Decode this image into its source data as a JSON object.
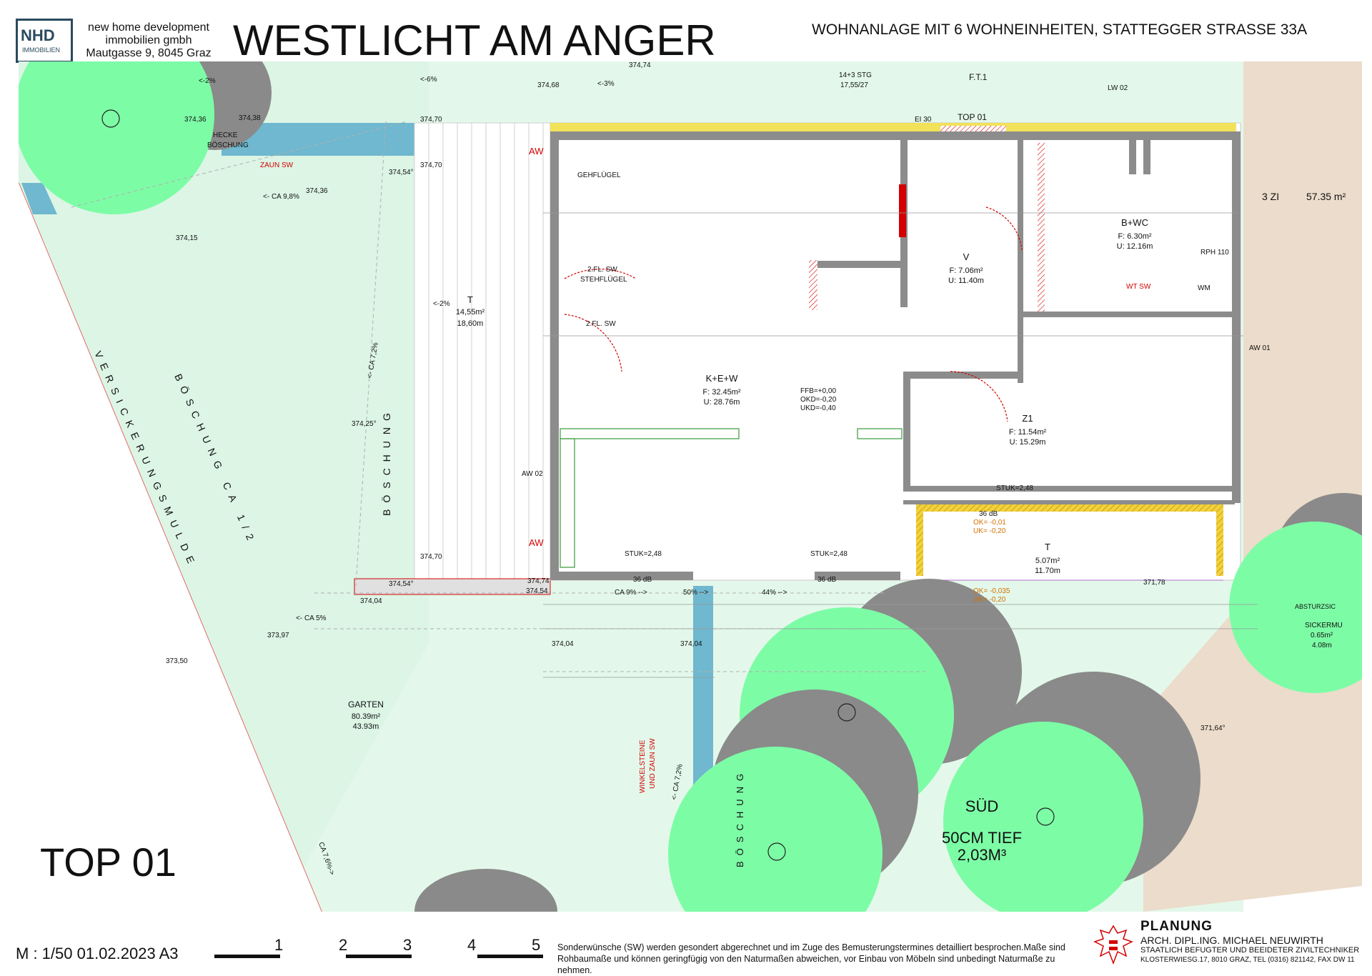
{
  "header": {
    "logo_main": "NHD",
    "logo_sub": "IMMOBILIEN",
    "company_line1": "new home development",
    "company_line2": "immobilien gmbh",
    "company_line3": "Mautgasse 9, 8045 Graz",
    "title": "WESTLICHT AM ANGER",
    "subtitle": "WOHNANLAGE MIT 6 WOHNEINHEITEN, STATTEGGER STRASSE 33A"
  },
  "unit": {
    "top_label": "TOP 01",
    "rooms_label": "3 ZI",
    "area_total": "57.35 m²"
  },
  "rooms": [
    {
      "name": "K+E+W",
      "area": "F: 32.45m²",
      "perimeter": "U: 28.76m"
    },
    {
      "name": "V",
      "area": "F: 7.06m²",
      "perimeter": "U: 11.40m"
    },
    {
      "name": "B+WC",
      "area": "F: 6.30m²",
      "perimeter": "U: 12.16m"
    },
    {
      "name": "Z1",
      "area": "F: 11.54m²",
      "perimeter": "U: 15.29m"
    },
    {
      "name": "T",
      "area": "14,55m²",
      "perimeter": "18,60m"
    },
    {
      "name": "T",
      "area": "5.07m²",
      "perimeter": "11.70m"
    },
    {
      "name": "GARTEN",
      "area": "80.39m²",
      "perimeter": "43.93m"
    }
  ],
  "labels": {
    "boeschung": "BÖSCHUNG",
    "boeschung_ca": "BÖSCHUNG CA 1/2",
    "versickerung": "VERSICKERUNGSMULDE",
    "hecke": "HECKE",
    "hecke2": "BÖSCHUNG",
    "zaun": "ZAUN SW",
    "winkel": "WINKELSTEINE",
    "winkel2": "UND ZAUN SW",
    "sued": "SÜD",
    "tief": "50CM TIEF",
    "volume": "2,03M³",
    "gehfluegel": "GEHFLÜGEL",
    "stehfluegel1": "2.FL. SW",
    "stehfluegel2": "STEHFLÜGEL",
    "zfl": "2.FL. SW",
    "ffb1": "FFB=+0,00",
    "ffb2": "OKD=-0,20",
    "ffb3": "UKD=-0,40",
    "top01_small": "TOP 01",
    "ft1": "F.T.1",
    "stg": "14+3 STG",
    "stg2": "17,55/27",
    "ei30": "EI 30",
    "aw": "AW",
    "aw01": "AW 01",
    "aw02": "AW 02",
    "stuk": "STUK=2,48",
    "db36": "36 dB",
    "ok1": "OK= -0,01",
    "uk1": "UK= -0,20",
    "ok2": "OK= -0,035",
    "uk2": "UK= -0,20",
    "sickermulde": "SICKERMU",
    "sicker_area": "0.65m²",
    "sicker_u": "4.08m",
    "abstur": "ABSTURZSIC",
    "wt": "WT SW",
    "wm": "WM",
    "rph": "RPH 110",
    "lw02": "LW 02"
  },
  "levels": [
    "374,36",
    "374,38",
    "374,70",
    "374,70",
    "374,54°",
    "374,36",
    "374,15",
    "374,25°",
    "374,70",
    "374,74",
    "374,54",
    "374,54°",
    "374,04",
    "373,97",
    "373,50",
    "374,04",
    "374,04",
    "371,78",
    "371,64°",
    "374,68",
    "374,74"
  ],
  "slopes": [
    "<-2%",
    "<-6%",
    "<-3%",
    "<- CA 9,8%",
    "<-2%",
    "<- CA 7,2%",
    "<- CA 5%",
    "CA 9% -->",
    "50% -->",
    "44% -->",
    "<- CA 7,2%",
    "CA 7,6%->"
  ],
  "footer": {
    "scale": "M : 1/50 01.02.2023  A3",
    "ticks": [
      "1",
      "2",
      "3",
      "4",
      "5"
    ],
    "disclaimer": "Sonderwünsche (SW) werden gesondert abgerechnet und im Zuge des Bemusterungstermines detailliert besprochen.Maße sind Rohbaumaße und können geringfügig von den Naturmaßen abweichen, vor Einbau von Möbeln sind unbedingt Naturmaße zu nehmen.",
    "planner_head": "PLANUNG",
    "planner_name": "ARCH. DIPL.ING. MICHAEL NEUWIRTH",
    "planner_sub": "STAATLICH BEFUGTER UND BEEIDETER ZIVILTECHNIKER",
    "planner_addr": "KLOSTERWIESG.17, 8010 GRAZ, TEL (0316) 821142, FAX DW 11"
  },
  "colors": {
    "garden": "#e3f8ea",
    "tree": "#7dfca6",
    "shadow": "#8a8a8a",
    "path": "#ecdccb",
    "water": "#6fb8cf",
    "wall": "#8c8c8c",
    "insulation": "#f2d13a",
    "red": "#d40000",
    "blue": "#2233aa"
  }
}
